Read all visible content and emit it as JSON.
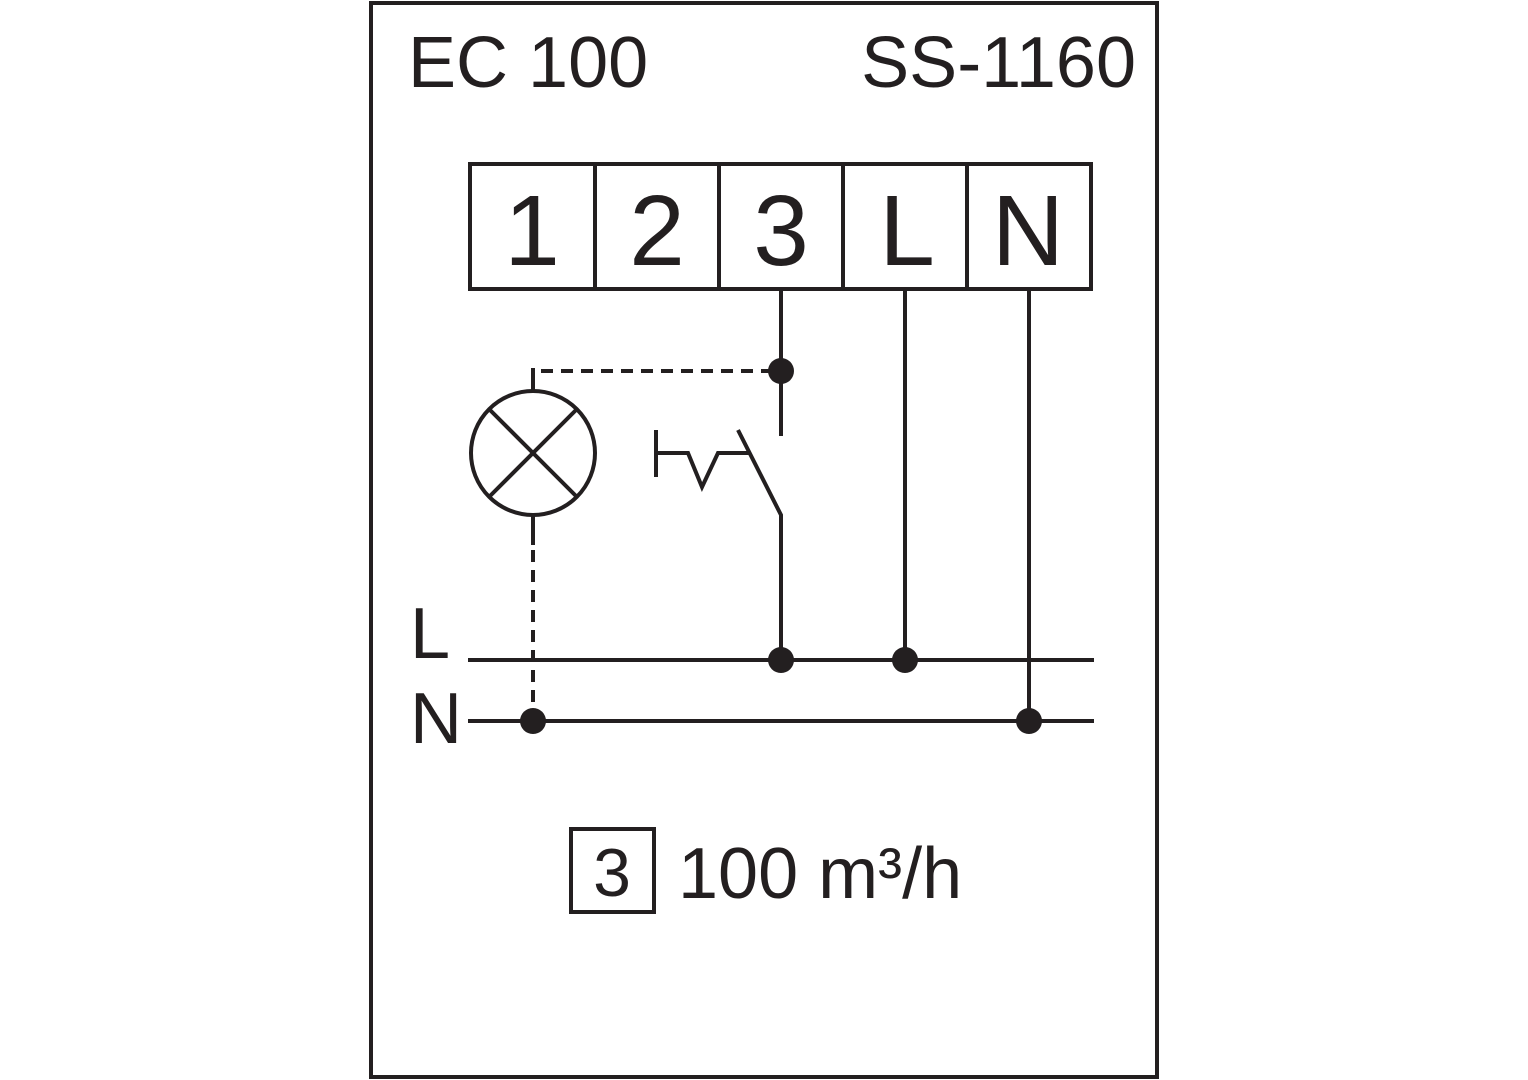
{
  "header": {
    "model": "EC 100",
    "code": "SS-1160"
  },
  "terminals": [
    "1",
    "2",
    "3",
    "L",
    "N"
  ],
  "bus_labels": {
    "live": "L",
    "neutral": "N"
  },
  "note": {
    "terminal": "3",
    "flow": "100 m³/h"
  }
}
